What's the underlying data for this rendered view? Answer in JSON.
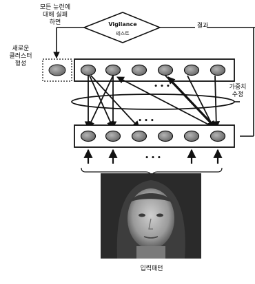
{
  "labels": {
    "fail_line1": "모든 뉴런에",
    "fail_line2": "대해 실패",
    "fail_line3": "하면",
    "vigilance_title": "Vigilance",
    "vigilance_sub": "테스트",
    "result": "결과",
    "new_cluster_line1": "새로운",
    "new_cluster_line2": "클러스터",
    "new_cluster_line3": "형성",
    "weight_line1": "가중치",
    "weight_line2": "수정",
    "input_pattern": "입력패턴",
    "ellipsis_top": "• • •",
    "ellipsis_bottom": "• • •",
    "ellipsis_arrows": "• • •"
  },
  "colors": {
    "node_fill": "#8f8f8f",
    "line": "#111111"
  },
  "icons": {
    "input_arrow": "up-arrow-icon",
    "face": "face-photo"
  }
}
